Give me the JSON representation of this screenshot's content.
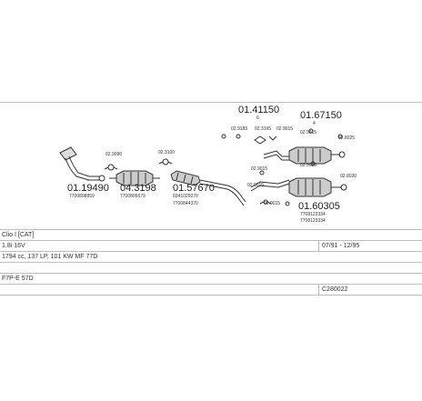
{
  "parts": [
    {
      "number": "01.19490",
      "ref": "7700808859"
    },
    {
      "number": "04.3198",
      "ref": "7700805679"
    },
    {
      "number": "01.57670",
      "ref": "0341025070"
    },
    {
      "number": "01.60305",
      "ref": "7708123334"
    },
    {
      "number": "01.67150"
    },
    {
      "number": "01.41150"
    }
  ],
  "small_labels": {
    "clamp1": "02.9090",
    "clamp2": "02.3100",
    "ref_57670_b": "7700844370",
    "r41150_sub": "6",
    "r67150_sub": "4",
    "u1": "02.9183",
    "u2": "02.3165",
    "u3": "02.9015",
    "u4": "02.9015",
    "u5": "02.8025",
    "u6": "02.9015",
    "u7": "02.9095",
    "l1": "02.8030",
    "l2": "02.9015",
    "l3": "02.9015",
    "ref_60305_b": "7708123334"
  },
  "vehicle": {
    "model": "Clio I [CAT]",
    "engine": "1.8i 16V",
    "specs": "1794 cc, 137 LP, 101 KW MF 77D",
    "years": "07/91 - 12/95",
    "code_line": "F7P-E 57D",
    "catalog_code": "C280022"
  }
}
